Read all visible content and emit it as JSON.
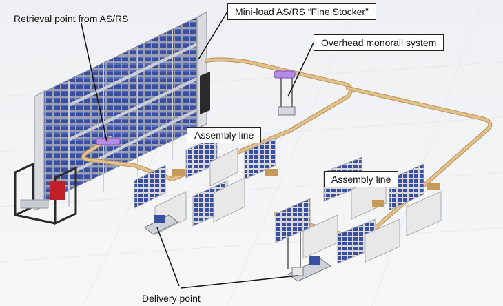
{
  "labels": {
    "retrieval_point": "Retrieval point from AS/RS",
    "mini_load": "Mini-load AS/RS “Fine Stocker”",
    "monorail": "Overhead monorail system",
    "assembly_line_1": "Assembly line",
    "assembly_line_2": "Assembly line",
    "delivery_point": "Delivery point"
  },
  "colors": {
    "floor": "#f3f4f6",
    "rack_frame": "#c9ccd3",
    "bin_blue": "#3b4fa0",
    "rail": "#e2c08a",
    "rail_edge": "#b8925a",
    "carrier_purple": "#b58be8",
    "workbench": "#e8e8e8",
    "accent_red": "#c0202a",
    "enclosure": "#2a2a2a"
  }
}
